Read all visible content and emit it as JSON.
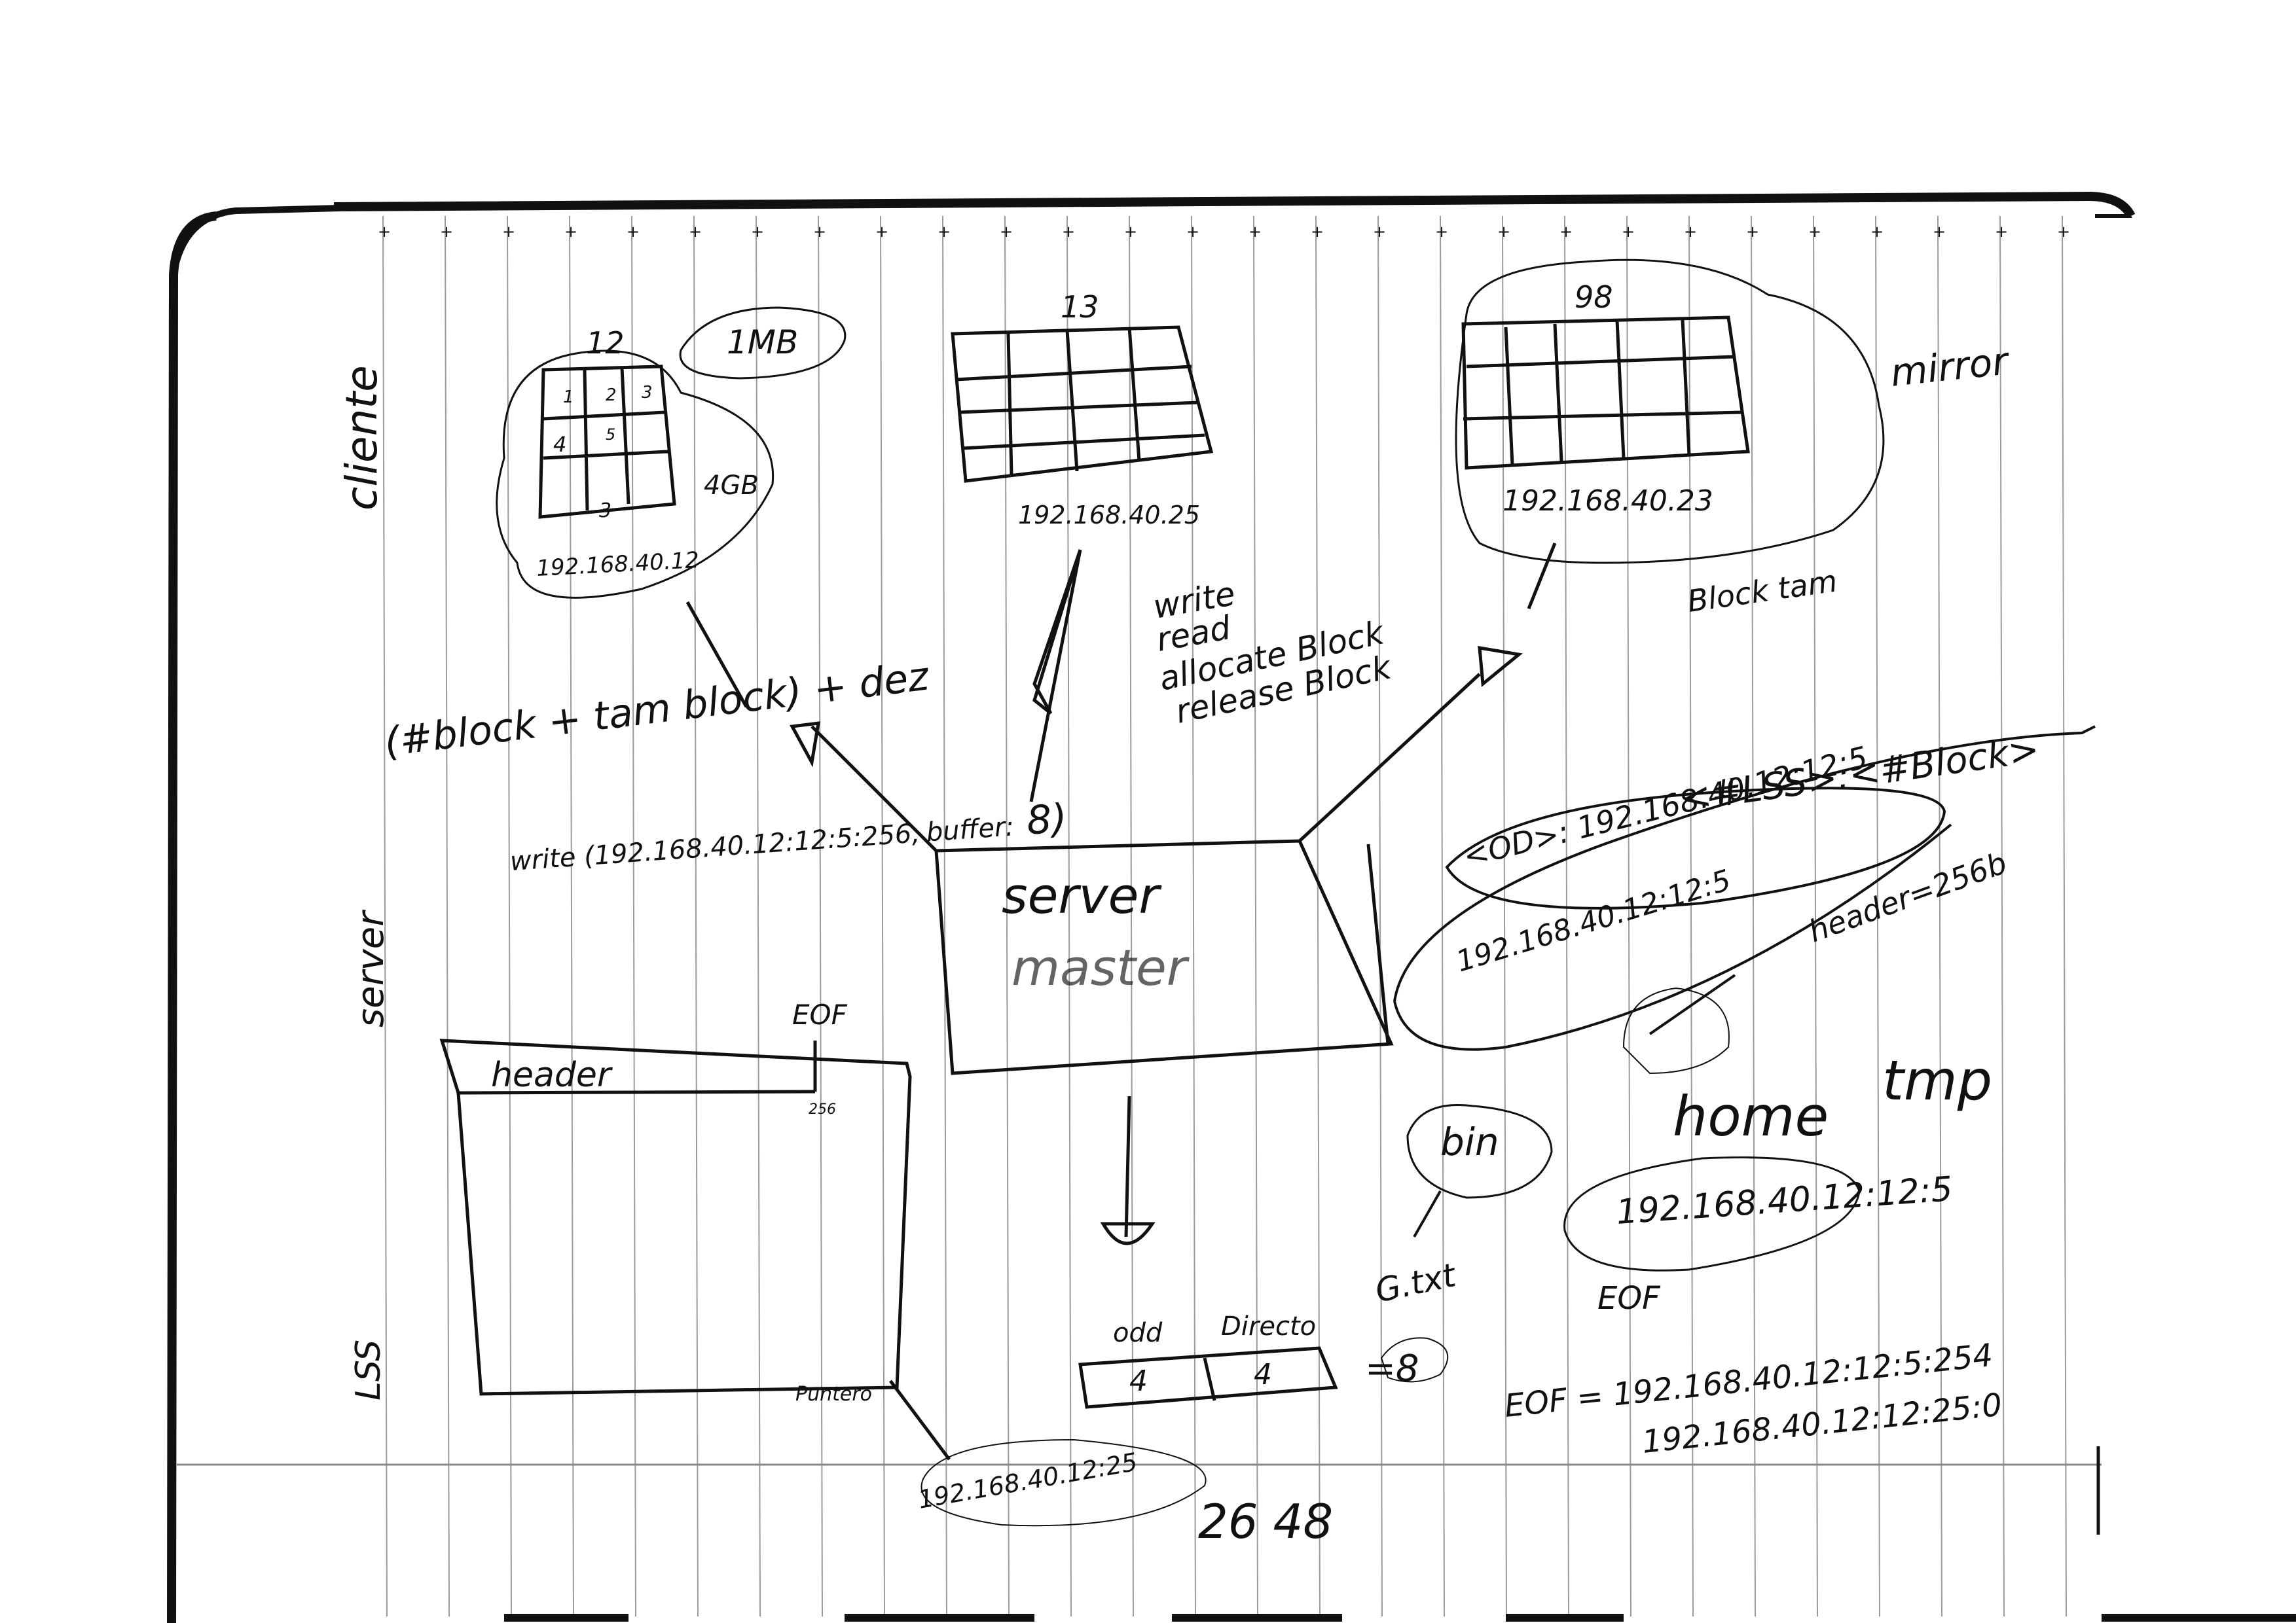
{
  "page": {
    "background": "#ffffff",
    "ink_color": "#111111",
    "rule_color": "#9a9a9a"
  },
  "margin_labels": {
    "cliente": "cliente",
    "server": "server",
    "lss": "LSS"
  },
  "clients": [
    {
      "number": "12",
      "cells": [
        "1",
        "2",
        "3",
        "4",
        "5",
        "3"
      ],
      "ip": "192.168.40.12",
      "size_tags": [
        "1MB",
        "4GB"
      ]
    },
    {
      "number": "13",
      "ip": "192.168.40.25"
    },
    {
      "number": "98",
      "ip": "192.168.40.23",
      "group_label": "mirror",
      "block_note": "Block tam"
    }
  ],
  "operations": {
    "block_call": "(#block + tam block) + dez",
    "ops_list": [
      "write",
      "read",
      "allocate Block",
      "release Block"
    ],
    "write_call_prefix": "write (192.168.",
    "write_call_middle": "40.12:12:5:256,",
    "write_call_buffer": "buffer:",
    "write_call_suffix": "8)"
  },
  "server": {
    "line1": "server",
    "line2": "master"
  },
  "protocol": {
    "lss_block": "<#LSS>:<#Block>",
    "od_line": "<OD>: 192.168.40.12:12:5",
    "ip_line": "192.168.40.12:12:5",
    "header_note": "header=256b"
  },
  "lss_box": {
    "header_label": "header",
    "eof_label": "EOF",
    "size_note": "256",
    "pointer_label": "Puntero",
    "pointer_ip": "192.168.40.12:25"
  },
  "directory": {
    "labels": [
      "odd",
      "Directo"
    ],
    "cells": [
      "4",
      "4"
    ],
    "equals": "=8"
  },
  "files": {
    "bin": "bin",
    "txt": "G.txt",
    "home": "home",
    "tmp": "tmp",
    "ip": "192.168.40.12:12:5",
    "eof": "EOF",
    "eof_line1": "EOF = 192.168.40.12:12:5:254",
    "eof_line2": "192.168.40.12:12:25:0"
  },
  "footer": {
    "numbers": "26 48"
  }
}
